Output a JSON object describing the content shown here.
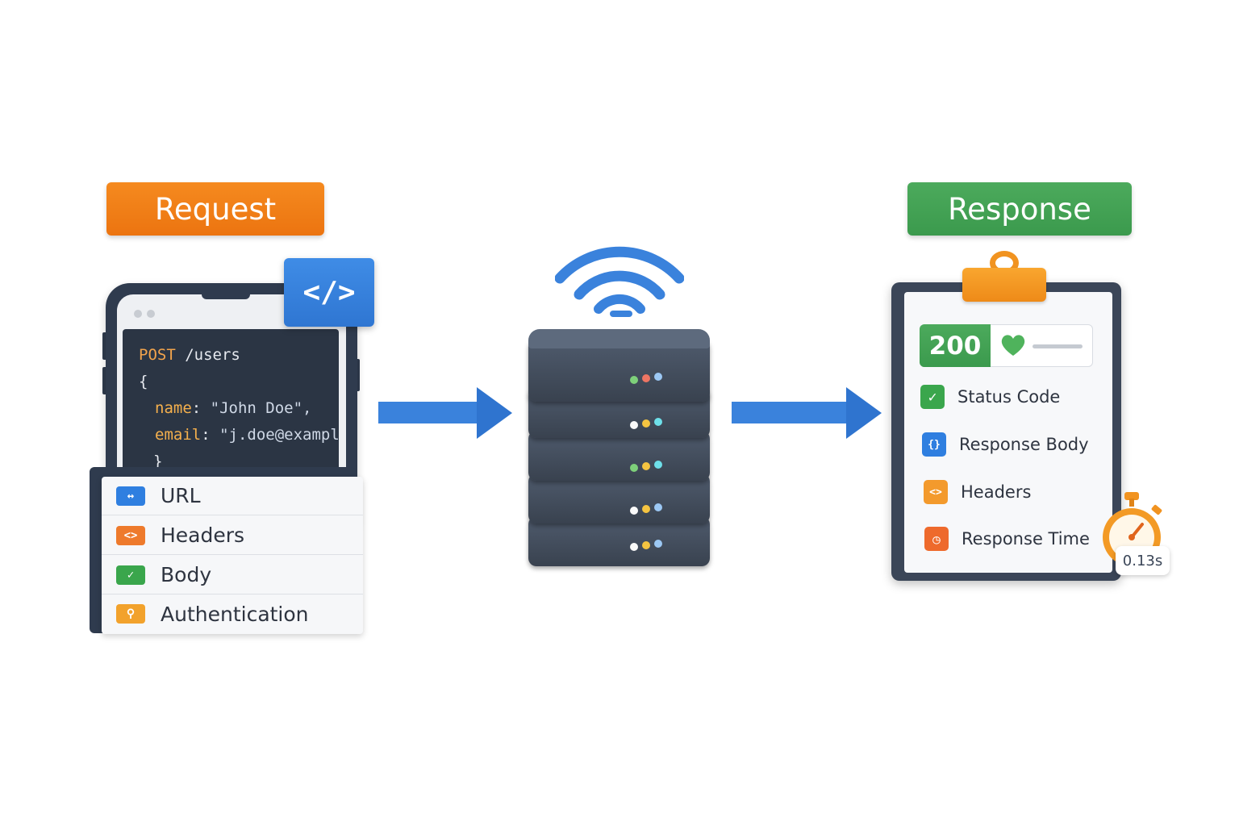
{
  "request": {
    "title": "Request",
    "code": {
      "method": "POST",
      "path": "/users",
      "open_brace": "{",
      "key1": "name",
      "val1": "\"John Doe\",",
      "key2": "email",
      "val2": "\"j.doe@example",
      "close_brace": "}"
    },
    "badge_icon": "code-icon",
    "items": [
      {
        "label": "URL",
        "icon": "swap-arrows-icon",
        "color": "#2f7fe0"
      },
      {
        "label": "Headers",
        "icon": "code-brackets-icon",
        "color": "#ee7a2c"
      },
      {
        "label": "Body",
        "icon": "check-icon",
        "color": "#3aa64c"
      },
      {
        "label": "Authentication",
        "icon": "key-icon",
        "color": "#f2a22c"
      }
    ]
  },
  "server": {
    "icon": "wifi-icon"
  },
  "response": {
    "title": "Response",
    "status_code": "200",
    "status_icon": "heart-icon",
    "items": [
      {
        "label": "Status Code",
        "icon": "check-icon",
        "color": "#3aa64c"
      },
      {
        "label": "Response Body",
        "icon": "braces-icon",
        "color": "#2f7fe0"
      },
      {
        "label": "Headers",
        "icon": "code-brackets-icon",
        "color": "#f39a2c"
      },
      {
        "label": "Response Time",
        "icon": "timer-icon",
        "color": "#ee6a2c"
      }
    ],
    "stopwatch_value": "0.13s"
  },
  "colors": {
    "request_accent": "#f07e18",
    "response_accent": "#43a254",
    "arrow": "#3a82dc",
    "server": "#434d5c"
  }
}
